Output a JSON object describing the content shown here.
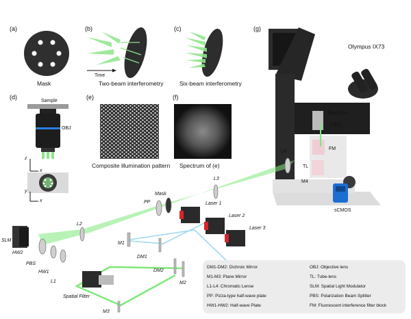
{
  "panels": {
    "a": {
      "tag": "(a)",
      "caption": "Mask"
    },
    "b": {
      "tag": "(b)",
      "caption": "Two-beam interferometry",
      "axis": "Time"
    },
    "c": {
      "tag": "(c)",
      "caption": "Six-beam interferometry"
    },
    "d": {
      "tag": "(d)",
      "sample": "Sample",
      "obj": "OBJ",
      "axis_z": "z",
      "axis_x1": "x",
      "axis_y": "y",
      "axis_x2": "x"
    },
    "e": {
      "tag": "(e)",
      "caption": "Composite illumination pattern"
    },
    "f": {
      "tag": "(f)",
      "caption": "Spectrum of (e)"
    },
    "g": {
      "tag": "(g)",
      "microscope": "Olympus IX73"
    }
  },
  "components": {
    "sample": "Sample",
    "obj": "OBJ",
    "fm": "FM",
    "tl": "TL",
    "m4": "M4",
    "l4": "L4",
    "scmos": "sCMOS",
    "l3": "L3",
    "mask": "Mask",
    "pp": "PP",
    "l2": "L2",
    "slm": "SLM",
    "hw2": "HW2",
    "pbs": "PBS",
    "hw1": "HW1",
    "l1": "L1",
    "spatial_filter": "Spatial Filter",
    "m3": "M3",
    "m2": "M2",
    "dm2": "DM2",
    "dm1": "DM1",
    "m1": "M1",
    "laser1": "Laser 1",
    "laser2": "Laser 2",
    "laser3": "Laser 3"
  },
  "legend": [
    "DM1-DM2: Dichroic Mirror",
    "OBJ: Objective lens",
    "M1-M3: Plane Mirror",
    "TL: Tube-lens",
    "L1-L4: Chromatic Lense",
    "SLM: Spatial Light Modulator",
    "PP: Pizza-type half-wave plate",
    "PBS: Polarization Beam Splitter",
    "HW1-HW2: Half-wave Plate",
    "FM: Fluorescent interference filter block"
  ],
  "colors": {
    "green_beam": "#7ee87a",
    "blue_beam": "#9fd8f0",
    "red_laser": "#d9232b",
    "scmos_blue": "#1c6fd1"
  }
}
